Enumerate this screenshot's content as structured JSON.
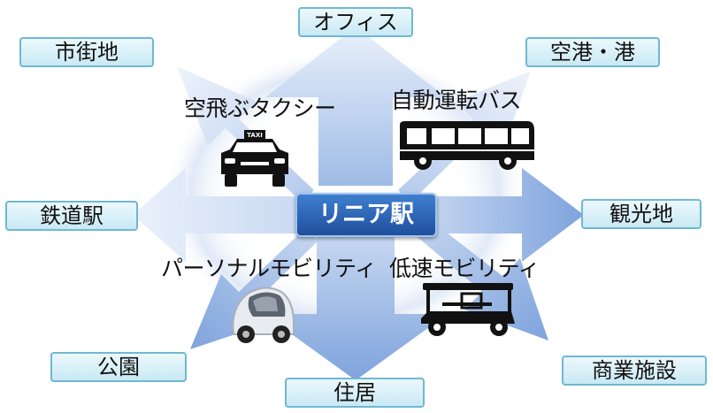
{
  "hub": {
    "label": "リニア駅"
  },
  "destinations": {
    "office": "オフィス",
    "downtown": "市街地",
    "airport": "空港・港",
    "railway_station": "鉄道駅",
    "sightseeing": "観光地",
    "park": "公園",
    "residence": "住居",
    "commercial": "商業施設"
  },
  "modes": {
    "flying_taxi": "空飛ぶタクシー",
    "autonomous_bus": "自動運転バス",
    "personal_mobility": "パーソナルモビリティ",
    "low_speed_mobility": "低速モビリティ"
  },
  "icons": {
    "taxi_sign": "TAXI",
    "taxi": "taxi-icon",
    "bus": "bus-icon",
    "personal_vehicle": "personal-mobility-icon",
    "golf_cart": "low-speed-cart-icon"
  },
  "colors": {
    "arrow": "#a9c3ea",
    "hub": "#2a5fb0",
    "dest_border": "#6fb8d3",
    "dest_fill": "#d6eef6"
  }
}
